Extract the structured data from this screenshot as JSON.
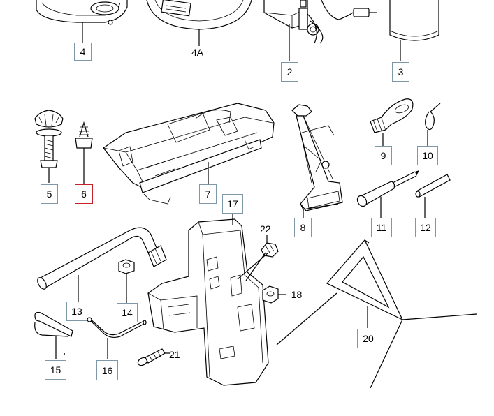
{
  "diagram": {
    "selected_part": "6",
    "labels": {
      "p2": "2",
      "p3": "3",
      "p4": "4",
      "p4a": "4A",
      "p5": "5",
      "p6": "6",
      "p7": "7",
      "p8": "8",
      "p9": "9",
      "p10": "10",
      "p11": "11",
      "p12": "12",
      "p13": "13",
      "p14": "14",
      "p15": "15",
      "p16": "16",
      "p17": "17",
      "p18": "18",
      "p20": "20",
      "p21": "21",
      "p22": "22"
    },
    "colors": {
      "box_border": "#7f98a8",
      "selected_border": "#c8202a",
      "line": "#000000"
    }
  }
}
